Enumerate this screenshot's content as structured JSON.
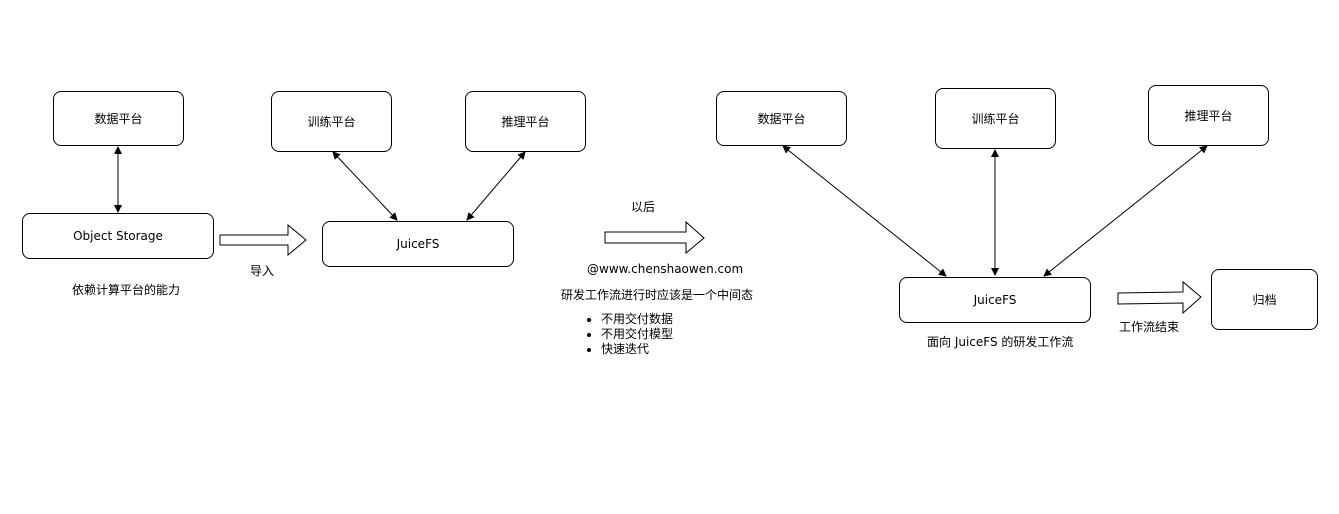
{
  "before": {
    "data_platform": "数据平台",
    "train_platform": "训练平台",
    "infer_platform": "推理平台",
    "object_storage": "Object Storage",
    "juicefs": "JuiceFS",
    "import_label": "导入",
    "storage_caption": "依赖计算平台的能力"
  },
  "middle": {
    "later_label": "以后",
    "watermark": "@www.chenshaowen.com",
    "state_caption": "研发工作流进行时应该是一个中间态",
    "bullets": [
      "不用交付数据",
      "不用交付模型",
      "快速迭代"
    ]
  },
  "after": {
    "data_platform": "数据平台",
    "train_platform": "训练平台",
    "infer_platform": "推理平台",
    "juicefs": "JuiceFS",
    "juicefs_caption": "面向 JuiceFS 的研发工作流",
    "archive": "归档",
    "end_label": "工作流结束"
  }
}
